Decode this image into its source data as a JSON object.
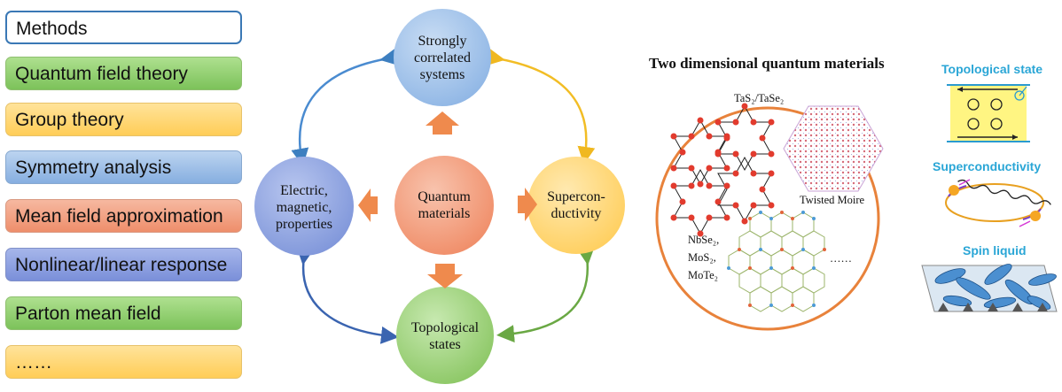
{
  "methods": {
    "header": "Methods",
    "items": [
      {
        "label": "Quantum field theory",
        "color": "green"
      },
      {
        "label": "Group theory",
        "color": "yellow"
      },
      {
        "label": "Symmetry analysis",
        "color": "blue"
      },
      {
        "label": "Mean field approximation",
        "color": "orange"
      },
      {
        "label": "Nonlinear/linear response",
        "color": "indigo"
      },
      {
        "label": "Parton mean field",
        "color": "green"
      },
      {
        "label": "……",
        "color": "yellow"
      }
    ]
  },
  "cycle": {
    "center": "Quantum materials",
    "top": "Strongly correlated systems",
    "right": "Supercon-ductivity",
    "bottom": "Topological states",
    "left": "Electric, magnetic, properties",
    "colors": {
      "top": "#9cc0e8",
      "right": "#ffd77a",
      "bottom": "#9bd27a",
      "left": "#8ea3e0",
      "center": "#f39a7a",
      "arrow": "#ef8a4d"
    }
  },
  "materials": {
    "title": "Two dimensional quantum materials",
    "tas2": "TaS₂/TaSe₂",
    "moire": "Twisted Moire",
    "nbse2": "NbSe₂,",
    "mos2": "MoS₂,",
    "mote2": "MoTe₂",
    "ellipsis": "……"
  },
  "side": {
    "topological": "Topological state",
    "superconductivity": "Superconductivity",
    "spin_liquid": "Spin liquid"
  }
}
